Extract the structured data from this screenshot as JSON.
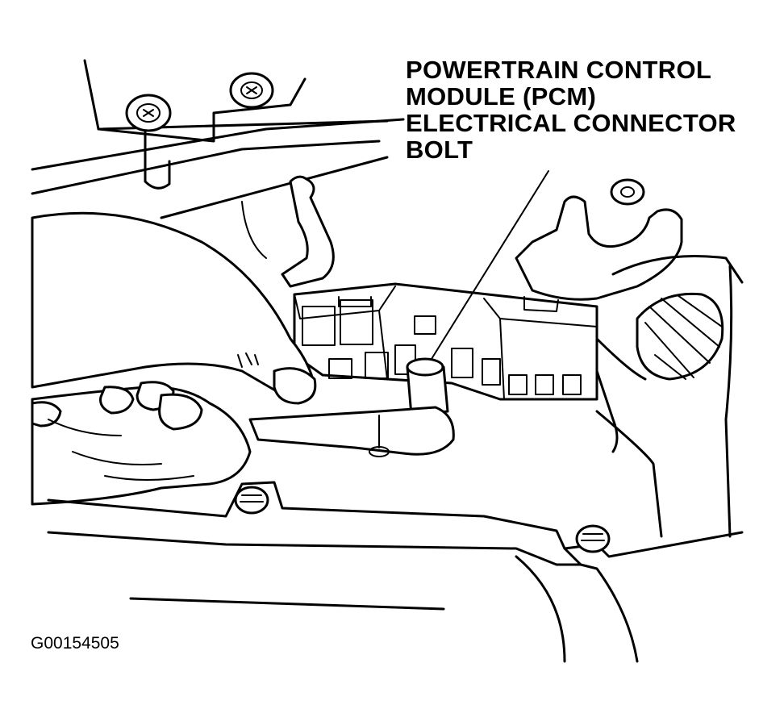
{
  "callout": {
    "line1": "POWERTRAIN CONTROL",
    "line2": "MODULE (PCM)",
    "line3": "ELECTRICAL CONNECTOR",
    "line4": "BOLT"
  },
  "figure_id": "G00154505"
}
